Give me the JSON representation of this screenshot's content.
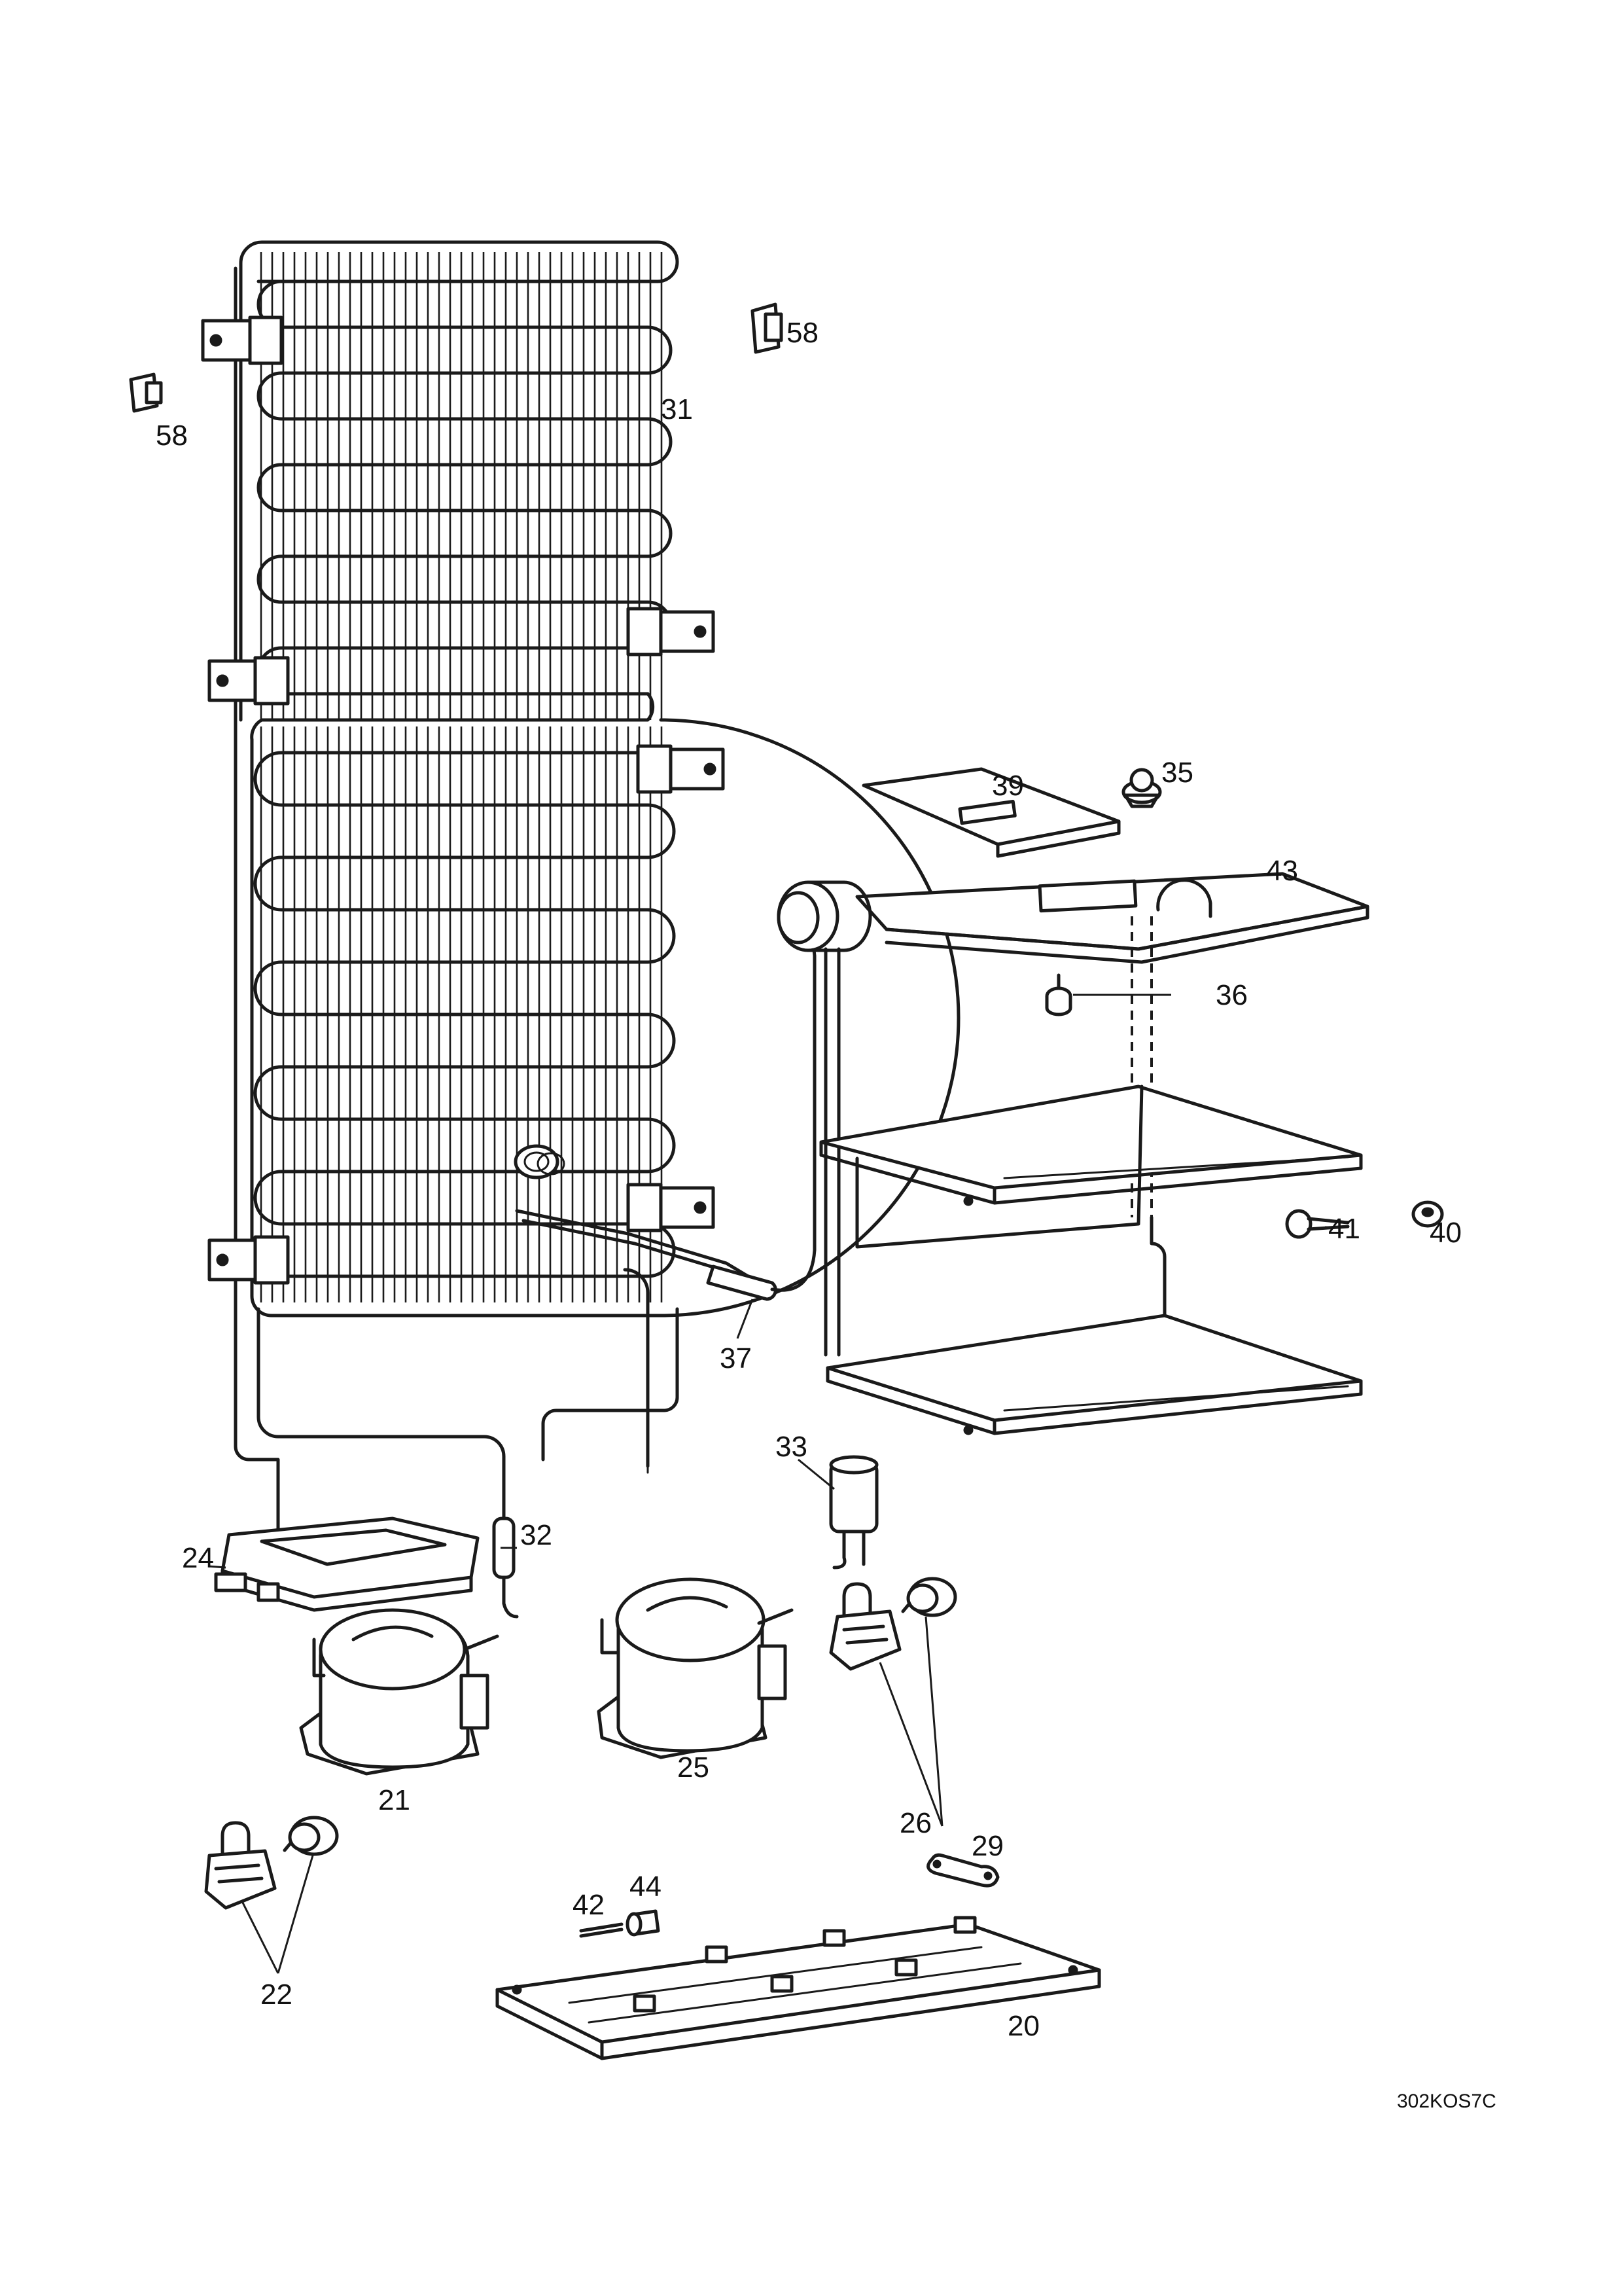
{
  "drawing": {
    "code": "302KOS7C",
    "part_labels": {
      "p20": "20",
      "p21": "21",
      "p22": "22",
      "p24": "24",
      "p25": "25",
      "p26": "26",
      "p29": "29",
      "p31": "31",
      "p32": "32",
      "p33": "33",
      "p35": "35",
      "p36": "36",
      "p37": "37",
      "p39": "39",
      "p40": "40",
      "p41": "41",
      "p42": "42",
      "p43": "43",
      "p44": "44",
      "p58a": "58",
      "p58b": "58"
    }
  }
}
